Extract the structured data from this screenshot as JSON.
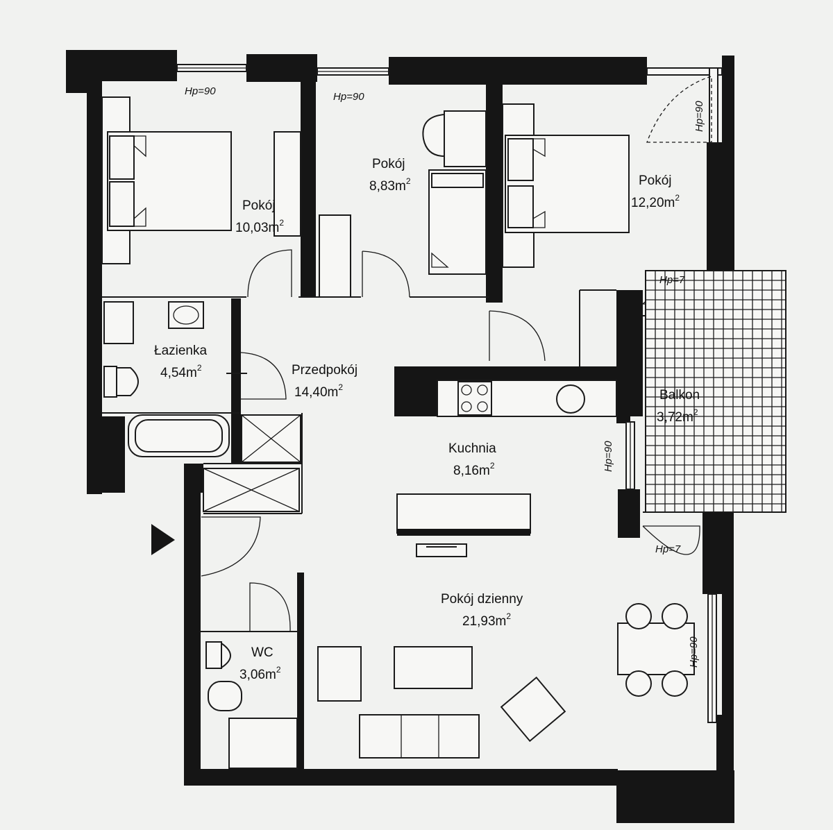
{
  "rooms": [
    {
      "name": "Pokój",
      "area": "10,03m",
      "sup": "2"
    },
    {
      "name": "Pokój",
      "area": "8,83m",
      "sup": "2"
    },
    {
      "name": "Pokój",
      "area": "12,20m",
      "sup": "2"
    },
    {
      "name": "Łazienka",
      "area": "4,54m",
      "sup": "2"
    },
    {
      "name": "Przedpokój",
      "area": "14,40m",
      "sup": "2"
    },
    {
      "name": "Balkon",
      "area": "3,72m",
      "sup": "2"
    },
    {
      "name": "Kuchnia",
      "area": "8,16m",
      "sup": "2"
    },
    {
      "name": "Pokój dzienny",
      "area": "21,93m",
      "sup": "2"
    },
    {
      "name": "WC",
      "area": "3,06m",
      "sup": "2"
    }
  ],
  "heights": [
    "Hp=90",
    "Hp=90",
    "Hp=90",
    "Hp=7",
    "Hp=90",
    "Hp=7",
    "Hp=90"
  ]
}
